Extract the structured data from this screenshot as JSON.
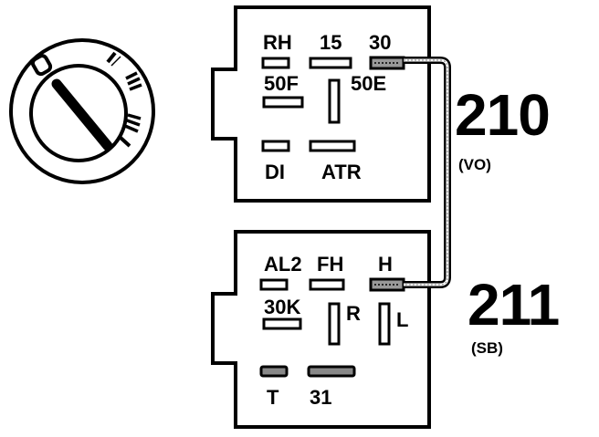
{
  "top_connector": {
    "label_rh": "RH",
    "label_15": "15",
    "label_30": "30",
    "label_50f": "50F",
    "label_50e": "50E",
    "label_di": "DI",
    "label_atr": "ATR"
  },
  "bottom_connector": {
    "label_al2": "AL2",
    "label_fh": "FH",
    "label_h": "H",
    "label_30k": "30K",
    "label_r": "R",
    "label_l": "L",
    "label_t": "T",
    "label_31": "31"
  },
  "wire_top": {
    "number": "210",
    "color": "(VO)"
  },
  "wire_bottom": {
    "number": "211",
    "color": "(SB)"
  },
  "ignition_switch": {
    "icon": "ignition-key-switch-icon"
  }
}
